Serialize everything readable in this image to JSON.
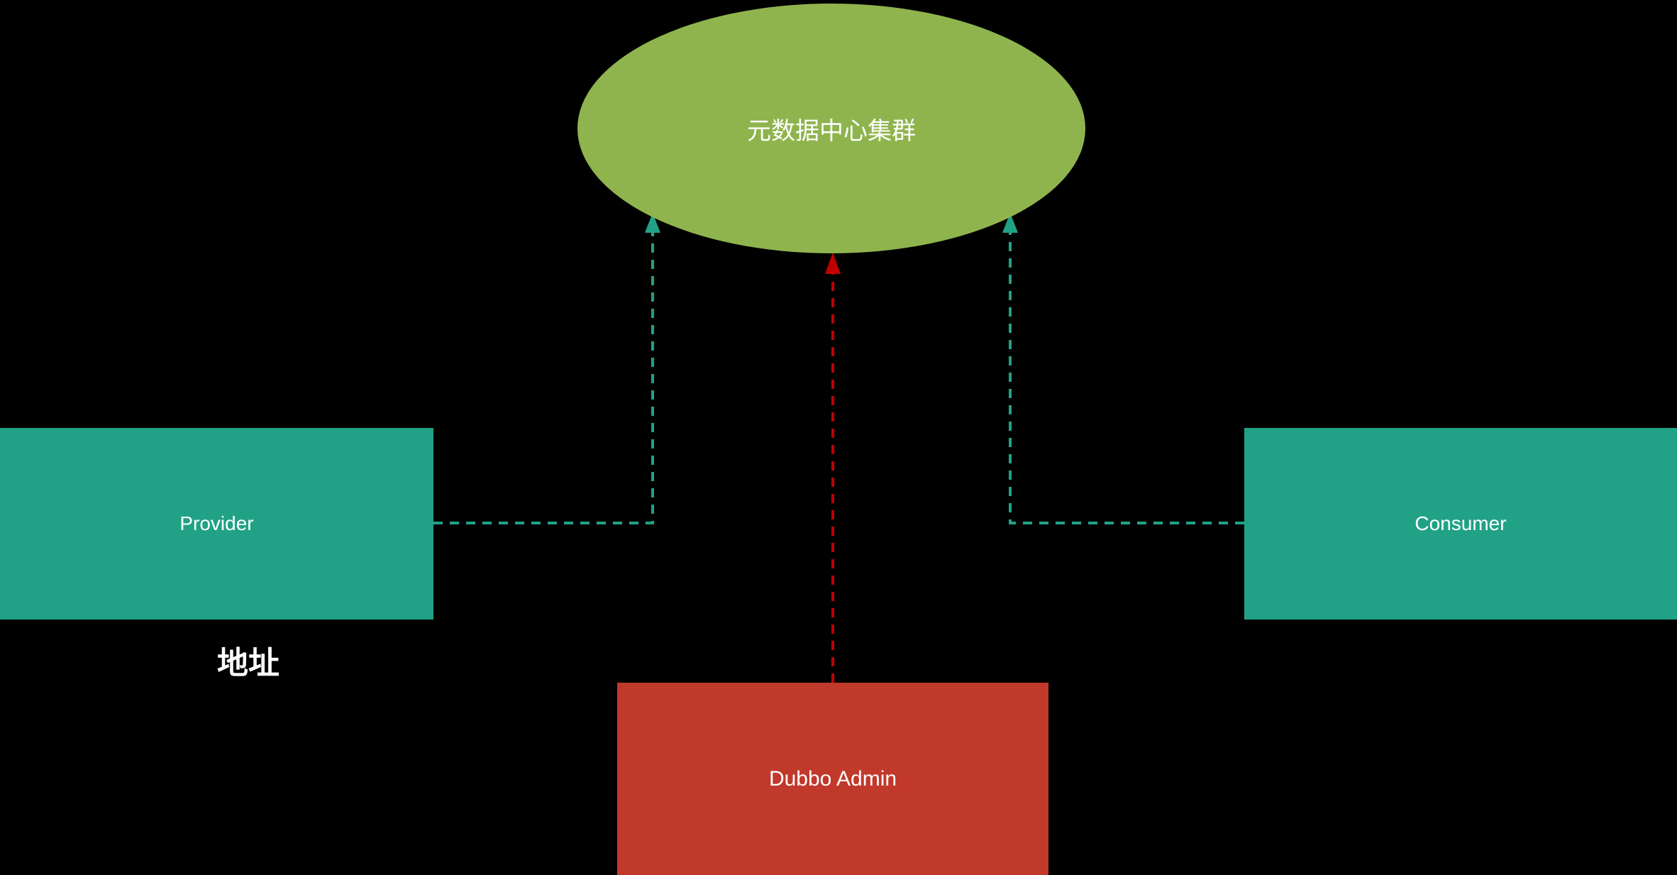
{
  "diagram": {
    "metadata_cluster": {
      "label": "元数据中心集群"
    },
    "provider": {
      "label": "Provider"
    },
    "consumer": {
      "label": "Consumer"
    },
    "dubbo_admin": {
      "label": "Dubbo Admin"
    },
    "address_label": "地址",
    "colors": {
      "background": "#000000",
      "ellipse_fill": "#8FB44E",
      "node_teal": "#21A287",
      "node_red": "#C0392B",
      "arrow_teal": "#21A287",
      "arrow_red": "#C00000",
      "text": "#FFFFFF"
    }
  }
}
